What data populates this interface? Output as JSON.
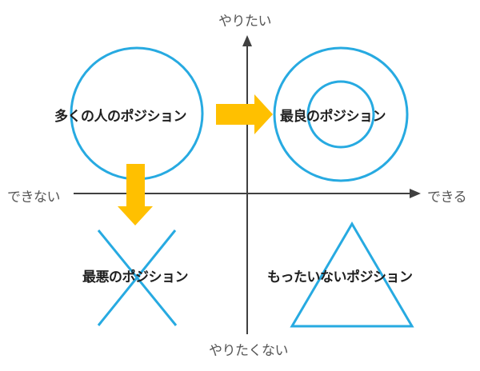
{
  "axes": {
    "top": "やりたい",
    "bottom": "やりたくない",
    "left": "できない",
    "right": "できる"
  },
  "quadrants": {
    "top_left": {
      "label": "多くの人のポジション",
      "shape": "circle"
    },
    "top_right": {
      "label": "最良のポジション",
      "shape": "concentric-circles"
    },
    "bottom_left": {
      "label": "最悪のポジション",
      "shape": "x-cross"
    },
    "bottom_right": {
      "label": "もったいないポジション",
      "shape": "triangle"
    }
  },
  "arrows": [
    {
      "from": "top_left",
      "to": "top_right",
      "direction": "right"
    },
    {
      "from": "top_left",
      "to": "bottom_left",
      "direction": "down"
    }
  ],
  "colors": {
    "shape_stroke": "#27aae1",
    "arrow_fill": "#ffc000",
    "axis": "#404040",
    "label_text": "#1f1f1f",
    "axis_text": "#555555"
  }
}
